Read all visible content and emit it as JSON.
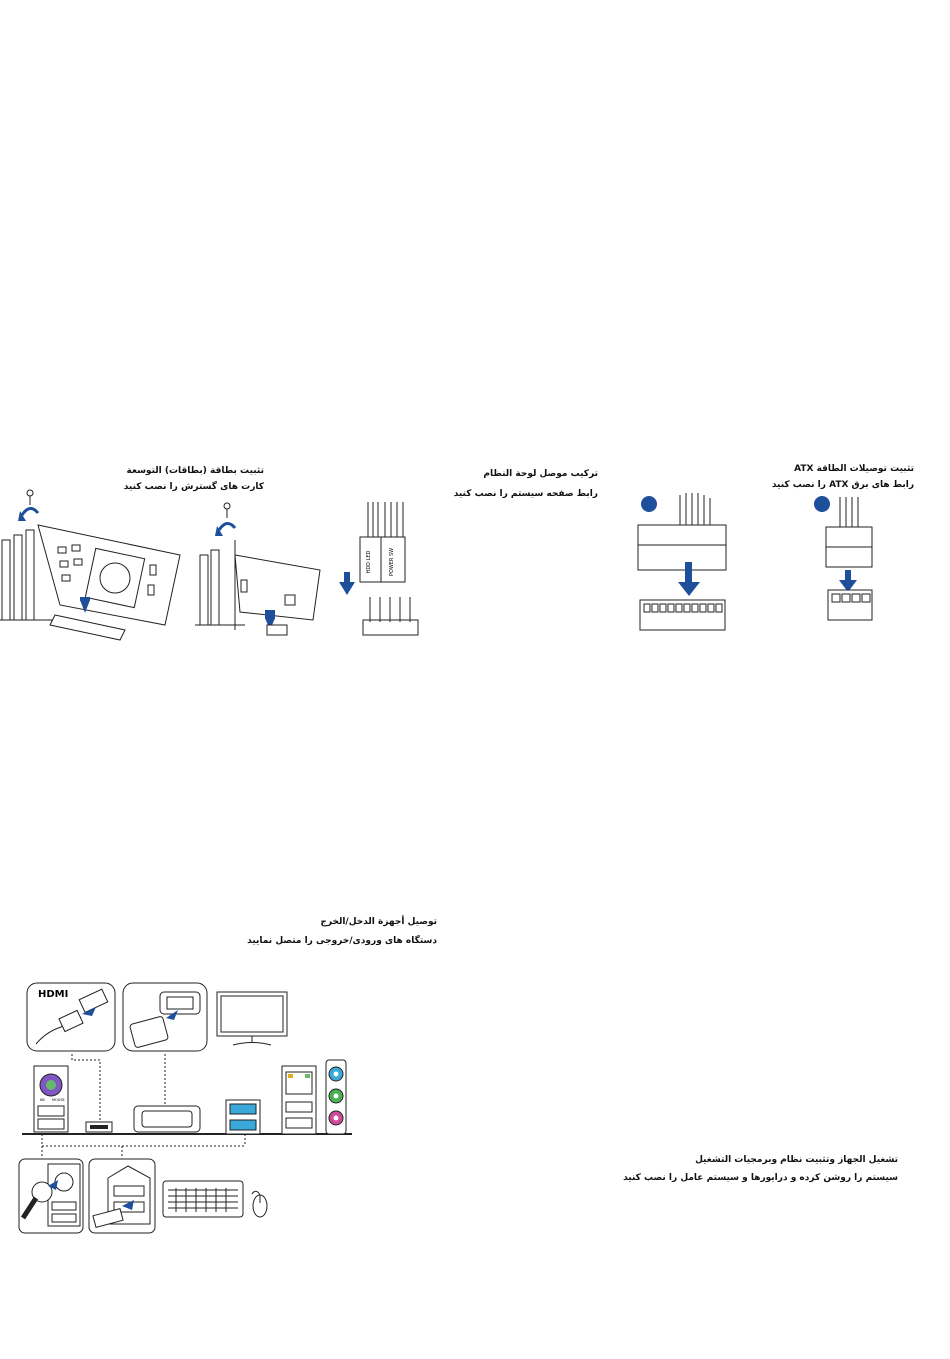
{
  "sections": {
    "expansion": {
      "title": "تثبيت بطاقة (بطاقات) التوسعة",
      "subtitle": "کارت های گسترش را نصب کنید"
    },
    "panel": {
      "title": "تركيب موصل لوحة النظام",
      "subtitle": "رابط صفحه سیستم را نصب کنید"
    },
    "atx": {
      "title": "تثبيت توصيلات الطاقة ATX",
      "subtitle": "رابط های برق ATX را نصب کنید"
    },
    "io": {
      "title": "توصيل أجهزة الدخل/الخرج",
      "subtitle": "دستگاه های ورودی/خروجی را متصل نمایید"
    },
    "power_on": {
      "title": "تشغيل الجهاز وتثبيت نظام وبرمجيات التشغيل",
      "subtitle": "سیستم را روشن کرده و درایورها و سیستم عامل را نصب کنید"
    }
  },
  "labels": {
    "hdmi": "HDMI",
    "hdd_led": "HDD LED",
    "power_sw": "POWER SW",
    "kb": "KB",
    "mouse": "MOUSE"
  },
  "colors": {
    "accent_blue": "#1e4f9a",
    "audio_blue": "#3aa8d8",
    "audio_green": "#4caf50",
    "audio_pink": "#d04a9a",
    "ps2_purple": "#7e57c2",
    "ps2_green": "#66bb6a"
  },
  "icons": [
    "screw-icon",
    "rotate-arrow-icon",
    "down-arrow-icon",
    "monitor-icon",
    "keyboard-icon",
    "mouse-icon",
    "hdmi-plug-icon",
    "vga-plug-icon",
    "usb-plug-icon",
    "ps2-plug-icon"
  ]
}
